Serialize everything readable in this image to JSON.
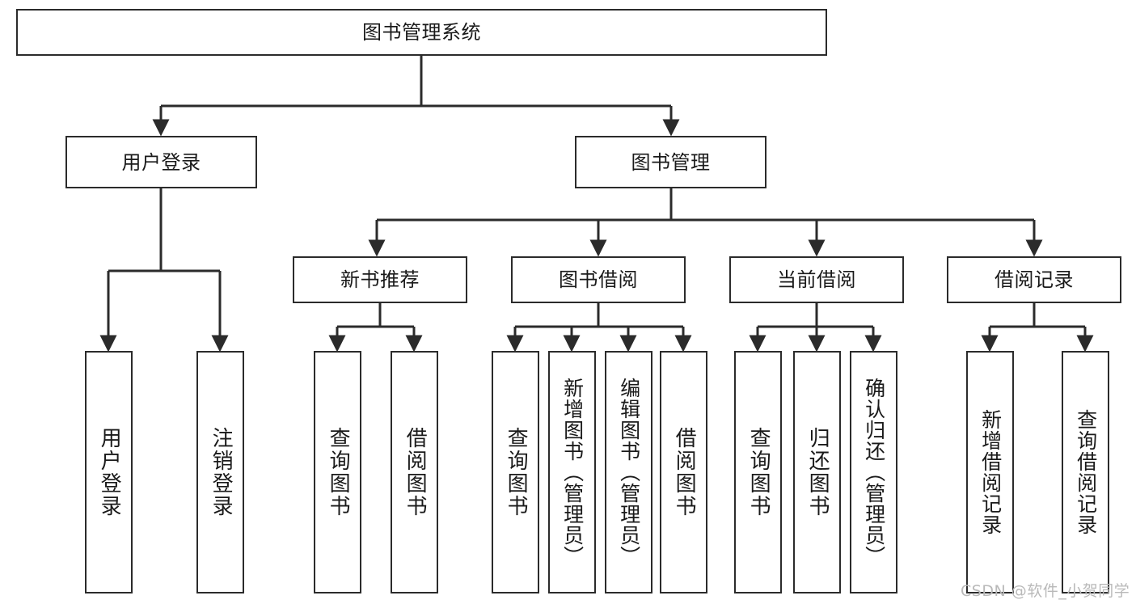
{
  "diagram": {
    "type": "tree-hierarchy-diagram",
    "title": "图书管理系统",
    "style": {
      "box_fill": "#ffffff",
      "box_stroke": "#2b2b2b",
      "connector_stroke": "#2b2b2b",
      "text_color": "#1a1a1a",
      "background": "#ffffff",
      "watermark_color": "#b9b9b9"
    },
    "levels": {
      "root": {
        "label": "图书管理系统"
      },
      "level2": [
        {
          "label": "用户登录"
        },
        {
          "label": "图书管理"
        }
      ],
      "level3": [
        {
          "label": "新书推荐"
        },
        {
          "label": "图书借阅"
        },
        {
          "label": "当前借阅"
        },
        {
          "label": "借阅记录"
        }
      ],
      "leaves": {
        "user_login": [
          {
            "label": "用户登录"
          },
          {
            "label": "注销登录"
          }
        ],
        "new_book_recommend": [
          {
            "label": "查询图书"
          },
          {
            "label": "借阅图书"
          }
        ],
        "book_borrow": [
          {
            "label": "查询图书"
          },
          {
            "label": "新增图书（管理员）"
          },
          {
            "label": "编辑图书（管理员）"
          },
          {
            "label": "借阅图书"
          }
        ],
        "current_borrow": [
          {
            "label": "查询图书"
          },
          {
            "label": "归还图书"
          },
          {
            "label": "确认归还（管理员）"
          }
        ],
        "borrow_record": [
          {
            "label": "新增借阅记录"
          },
          {
            "label": "查询借阅记录"
          }
        ]
      }
    },
    "watermark": "CSDN @软件_小贺同学"
  }
}
